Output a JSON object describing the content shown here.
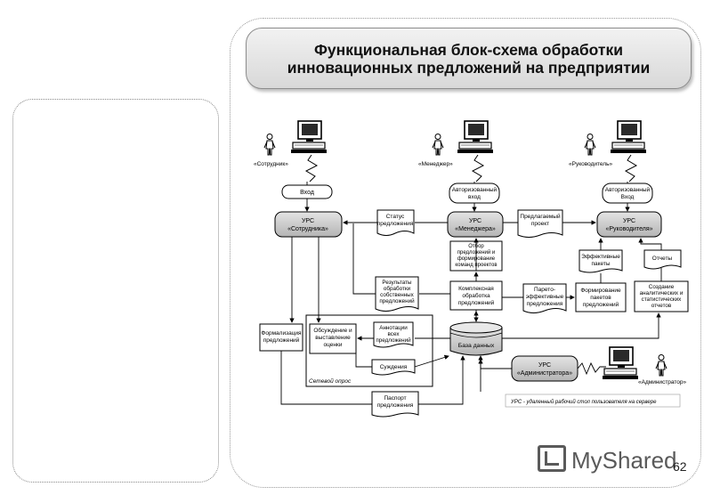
{
  "title": {
    "line1": "Функциональная блок-схема обработки",
    "line2": "инновационных предложений на предприятии"
  },
  "actors": {
    "employee": "«Сотрудник»",
    "manager": "«Менеджер»",
    "director": "«Руководитель»",
    "admin": "«Администратор»"
  },
  "nodes": {
    "entry": "Вход",
    "auth_manager": [
      "Авторизованный",
      "вход"
    ],
    "auth_director": [
      "Авторизованный",
      "Вход"
    ],
    "urs_employee": [
      "УРС",
      "«Сотрудника»"
    ],
    "urs_manager": [
      "УРС",
      "«Менеджера»"
    ],
    "urs_director": [
      "УРС",
      "«Руководителя»"
    ],
    "urs_admin": [
      "УРС",
      "«Администратора»"
    ],
    "status": [
      "Статус",
      "предложения"
    ],
    "proposed_project": [
      "Предлагаемый",
      "проект"
    ],
    "selection": [
      "Отбор",
      "предложений и",
      "формирование",
      "команд проектов"
    ],
    "effective_packages": [
      "Эффективные",
      "пакеты"
    ],
    "reports": "Отчеты",
    "results": [
      "Результаты",
      "обработки",
      "собственных",
      "предложений"
    ],
    "complex_processing": [
      "Комплексная",
      "обработка",
      "предложений"
    ],
    "pareto": [
      "Парето-",
      "эффективные",
      "предложения"
    ],
    "forming_packages": [
      "Формирование",
      "пакетов",
      "предложений"
    ],
    "analytics": [
      "Создание",
      "аналитических и",
      "статистических",
      "отчетов"
    ],
    "formalization": [
      "Формализация",
      "предложений"
    ],
    "discussion": [
      "Обсуждение и",
      "выставление",
      "оценки"
    ],
    "annotations": [
      "Аннотации",
      "всех",
      "предложений"
    ],
    "database": "База данных",
    "judgments": "Суждения",
    "network_poll": "Сетевой опрос",
    "passport": [
      "Паспорт",
      "предложения"
    ],
    "legend": "УРС - удаленный рабочий стол пользователя на сервере"
  },
  "watermark": "MyShared",
  "page_number": "62"
}
